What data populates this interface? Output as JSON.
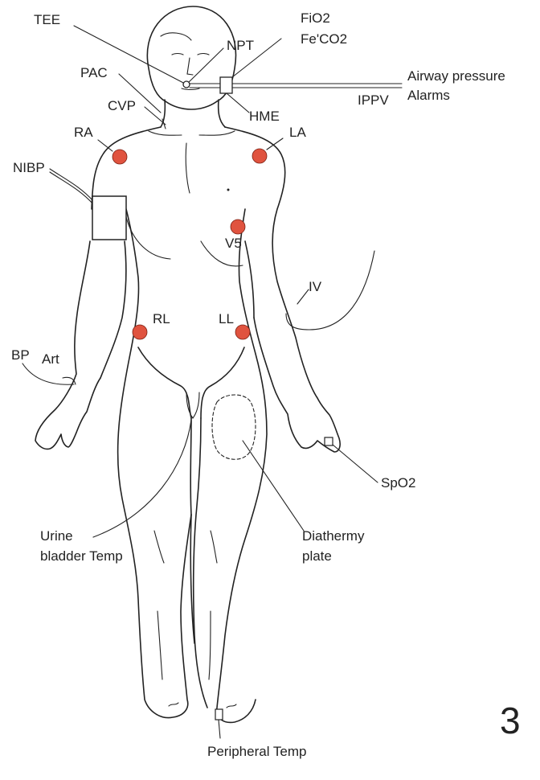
{
  "figure_number": "3",
  "colors": {
    "electrode": "#e0533f",
    "outline": "#222222"
  },
  "labels": {
    "tee": "TEE",
    "npt": "NPT",
    "fio2": "FiO2",
    "feco2": "Fe'CO2",
    "pac": "PAC",
    "airway_pressure": "Airway pressure",
    "alarms": "Alarms",
    "ippv": "IPPV",
    "cvp": "CVP",
    "hme": "HME",
    "ra": "RA",
    "la": "LA",
    "nibp": "NIBP",
    "v5": "V5",
    "iv": "IV",
    "rl": "RL",
    "ll": "LL",
    "bp": "BP",
    "art": "Art",
    "spo2": "SpO2",
    "urine_line1": "Urine",
    "urine_line2": "bladder Temp",
    "diathermy_line1": "Diathermy",
    "diathermy_line2": "plate",
    "peripheral_temp": "Peripheral Temp"
  }
}
